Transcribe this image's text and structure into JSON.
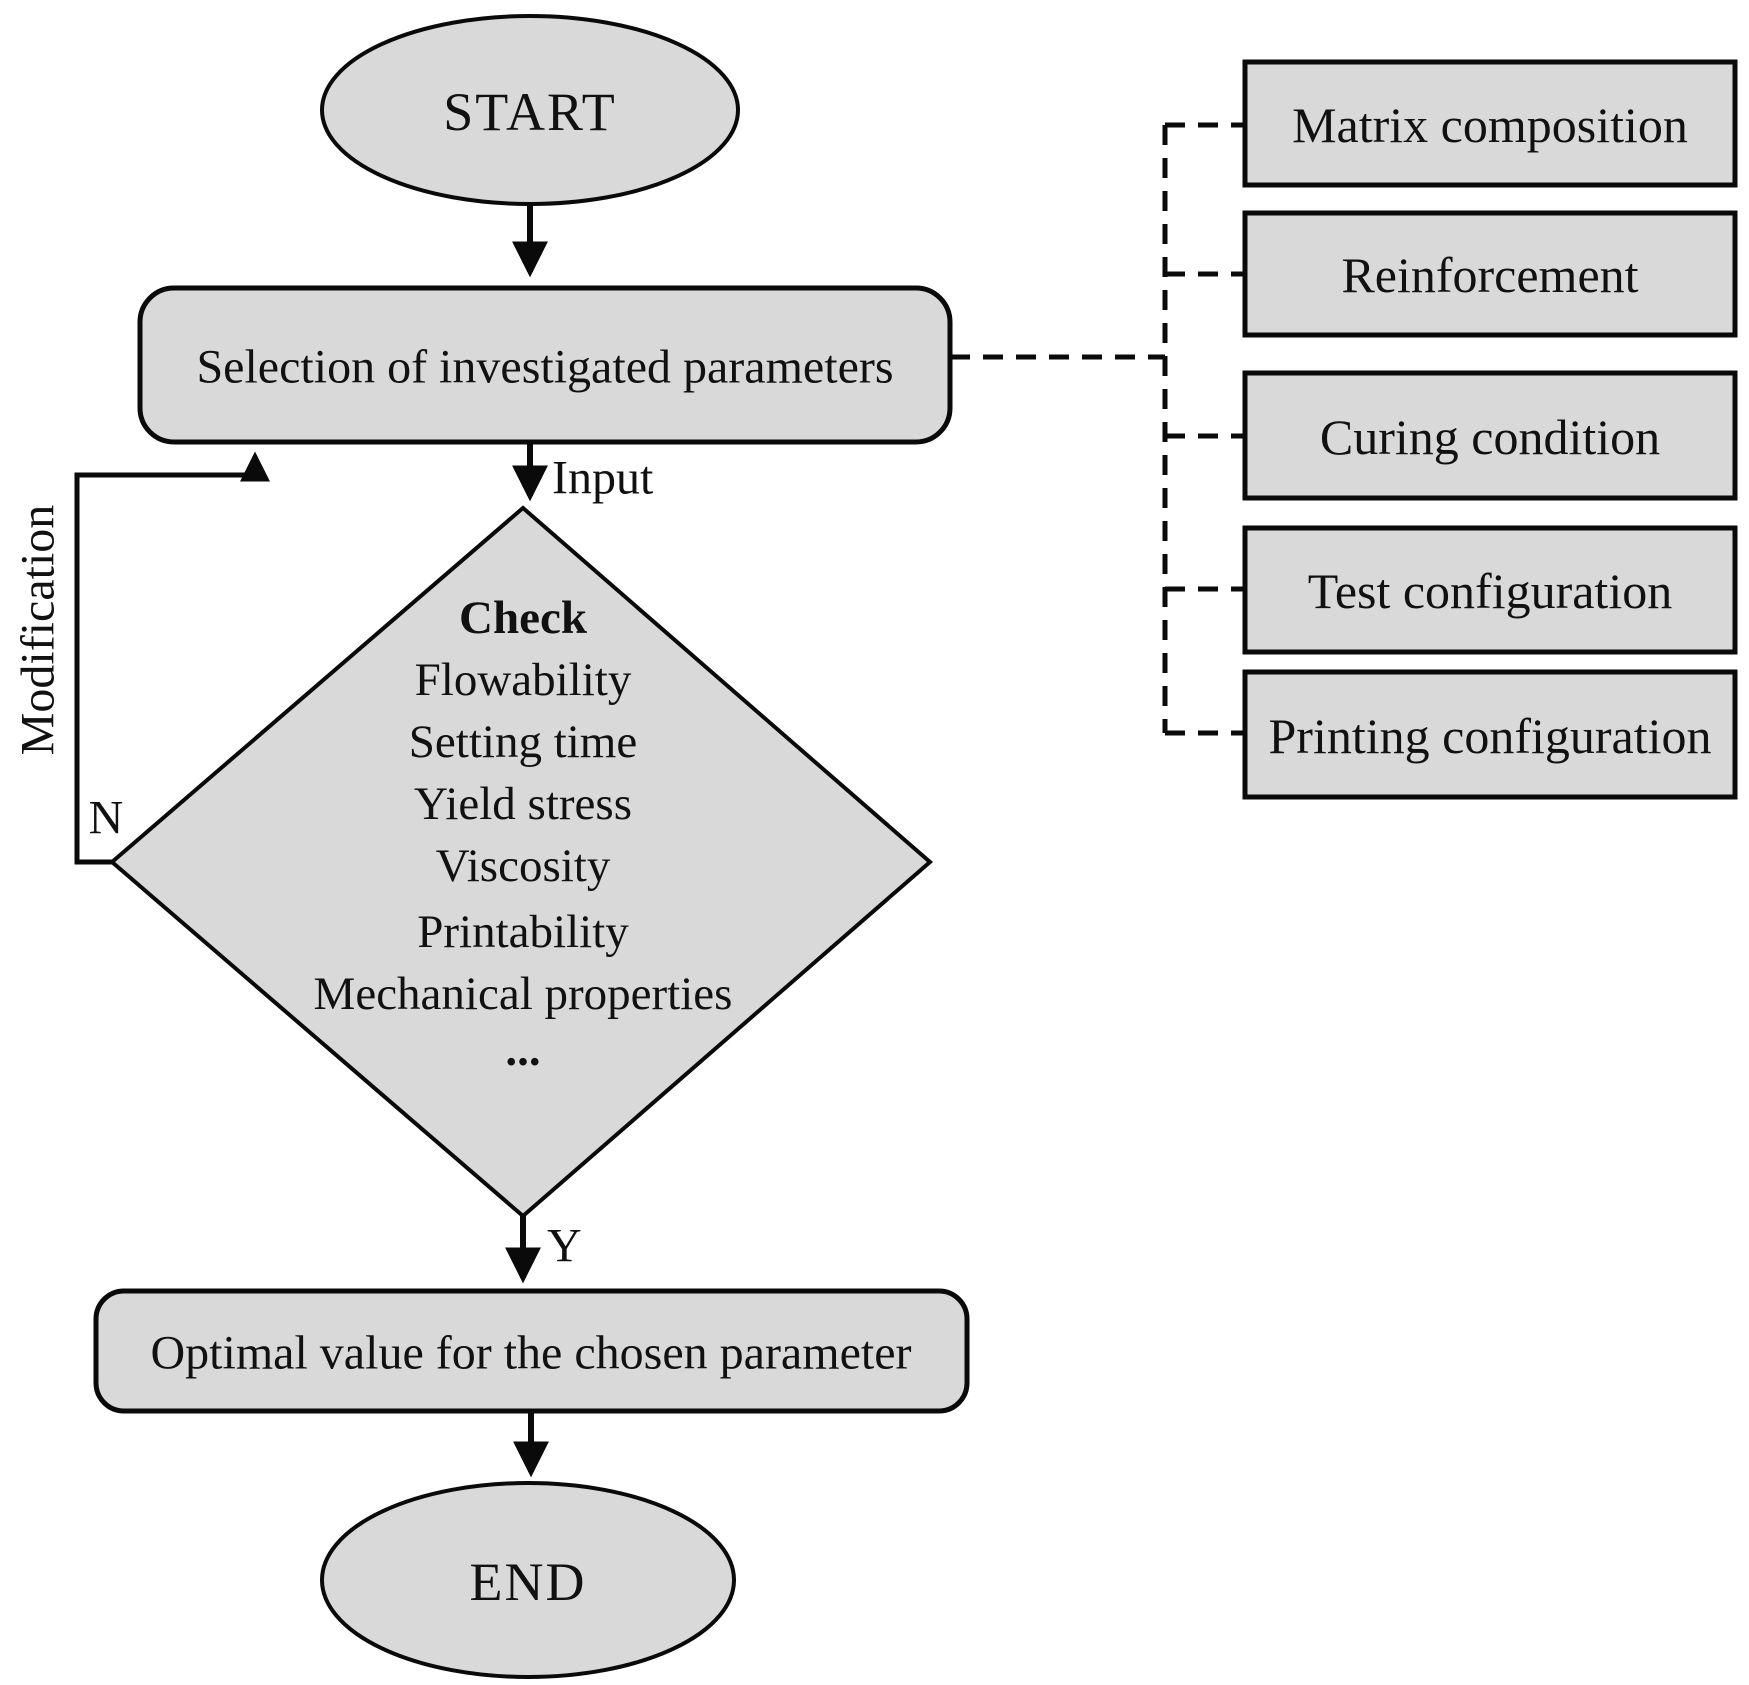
{
  "colors": {
    "shape_fill": "#d9d9d9",
    "stroke": "#0a0a0a",
    "background": "#ffffff"
  },
  "flow": {
    "start_label": "START",
    "selection_label": "Selection of investigated parameters",
    "input_edge_label": "Input",
    "decision": {
      "title": "Check",
      "items": [
        "Flowability",
        "Setting time",
        "Yield stress",
        "Viscosity",
        "Printability",
        "Mechanical properties",
        "..."
      ]
    },
    "yes_edge_label": "Y",
    "no_edge_label": "N",
    "feedback_edge_label": "Modification",
    "optimal_label": "Optimal value for the chosen parameter",
    "end_label": "END"
  },
  "parameters": [
    {
      "label": "Matrix composition"
    },
    {
      "label": "Reinforcement"
    },
    {
      "label": "Curing condition"
    },
    {
      "label": "Test configuration"
    },
    {
      "label": "Printing configuration"
    }
  ]
}
